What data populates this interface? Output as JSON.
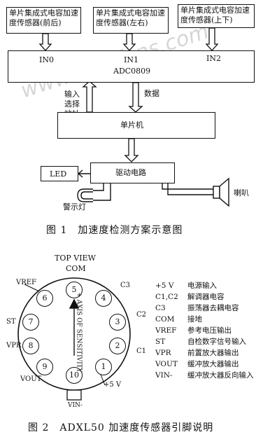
{
  "fig1": {
    "sensor_left": "单片集成式电容加速度传感器(前后)",
    "sensor_mid": "单片集成式电容加速度传感器(左右)",
    "sensor_right": "单片集成式电容加速度传感器(上下)",
    "in0": "IN0",
    "in1": "IN1",
    "in2": "IN2",
    "adc": "ADC0809",
    "input_addr": "输入选择地址",
    "data": "数据",
    "mcu": "单片机",
    "led": "LED",
    "driver": "驱动电路",
    "warning_lamp": "警示灯",
    "speaker": "喇叭",
    "watermark": "www.elecfans.com",
    "caption": "图 1　加速度检测方案示意图"
  },
  "fig2": {
    "top_view": "TOP VIEW",
    "com": "COM",
    "vref": "VREF",
    "st": "ST",
    "vpr": "VPR",
    "vout": "VOUT",
    "vin": "VIN-",
    "c1": "C1",
    "c2": "C2",
    "c3": "C3",
    "plus5v": "+5 V",
    "axis_label": "+ AXIS OF SENSITIVITY",
    "pins": [
      "1",
      "2",
      "3",
      "4",
      "5",
      "6",
      "7",
      "8",
      "9",
      "10"
    ],
    "legend": [
      {
        "sym": "+5 V",
        "desc": "电源输入"
      },
      {
        "sym": "C1,C2",
        "desc": "解调器电容"
      },
      {
        "sym": "C3",
        "desc": "振荡器去耦电容"
      },
      {
        "sym": "COM",
        "desc": "接地"
      },
      {
        "sym": "VREF",
        "desc": "参考电压输出"
      },
      {
        "sym": "ST",
        "desc": "自检数字信号输入"
      },
      {
        "sym": "VPR",
        "desc": "前置放大器输出"
      },
      {
        "sym": "VOUT",
        "desc": "缓冲放大器输出"
      },
      {
        "sym": "VIN-",
        "desc": "缓冲放大器反向输入"
      }
    ],
    "caption": "图 2　ADXL50 加速度传感器引脚说明"
  }
}
